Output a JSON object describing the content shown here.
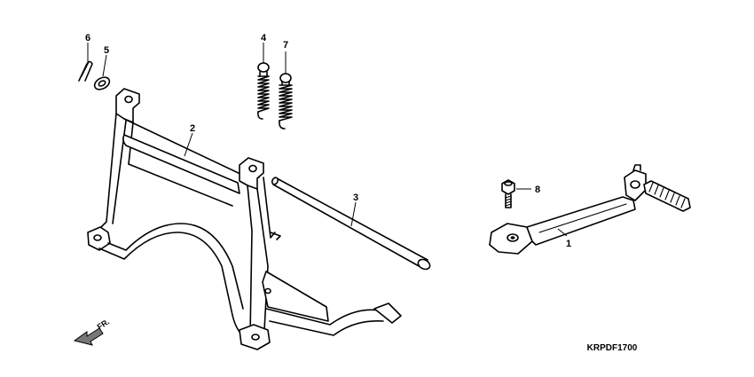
{
  "callouts": {
    "p1": "1",
    "p2": "2",
    "p3": "3",
    "p4": "4",
    "p5": "5",
    "p6": "6",
    "p7": "7",
    "p8": "8"
  },
  "direction_label": "FR.",
  "diagram_code": "KRPDF1700"
}
